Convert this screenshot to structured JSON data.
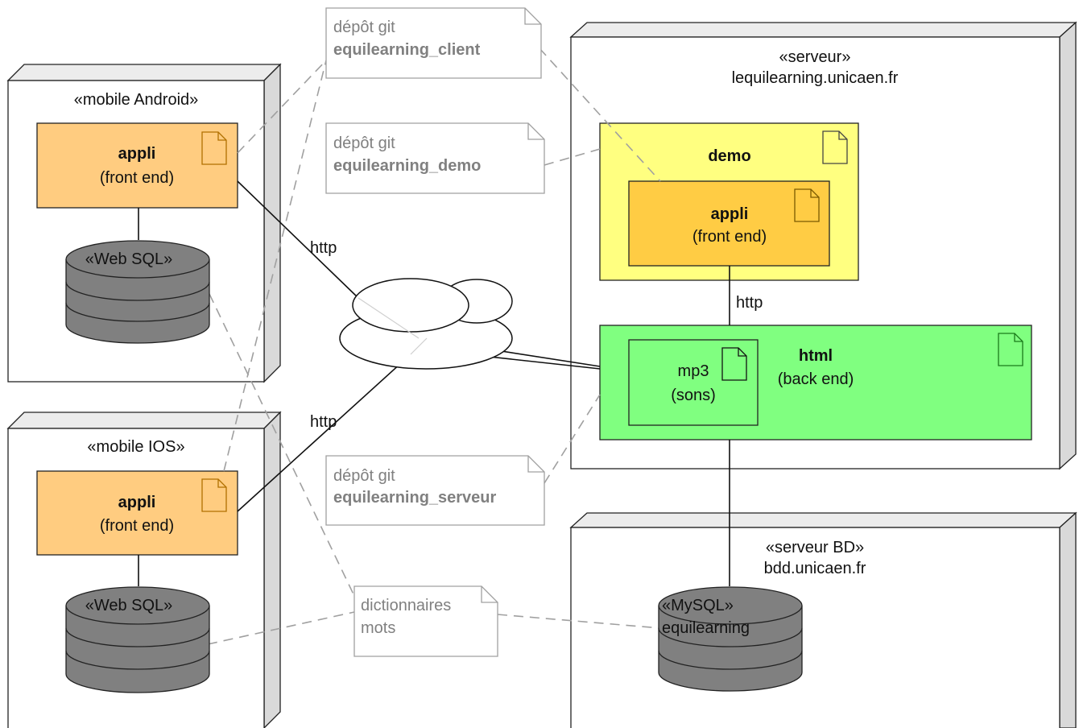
{
  "nodes": {
    "android": {
      "stereotype": "«mobile Android»"
    },
    "ios": {
      "stereotype": "«mobile IOS»"
    },
    "server": {
      "stereotype": "«serveur»",
      "host": "lequilearning.unicaen.fr"
    },
    "db_server": {
      "stereotype": "«serveur BD»",
      "host": "bdd.unicaen.fr"
    }
  },
  "artifacts": {
    "android_app": {
      "name": "appli",
      "sub": "(front end)"
    },
    "ios_app": {
      "name": "appli",
      "sub": "(front end)"
    },
    "demo": {
      "name": "demo"
    },
    "demo_app": {
      "name": "appli",
      "sub": "(front end)"
    },
    "html": {
      "name": "html",
      "sub": "(back end)"
    },
    "mp3": {
      "name": "mp3",
      "sub": "(sons)"
    }
  },
  "databases": {
    "android_db": {
      "stereotype": "«Web SQL»"
    },
    "ios_db": {
      "stereotype": "«Web SQL»"
    },
    "mysql": {
      "stereotype": "«MySQL»",
      "name": "equilearning"
    }
  },
  "notes": {
    "git_client": {
      "line1": "dépôt git",
      "line2": "equilearning_client"
    },
    "git_demo": {
      "line1": "dépôt git",
      "line2": "equilearning_demo"
    },
    "git_serveur": {
      "line1": "dépôt git",
      "line2": "equilearning_serveur"
    },
    "dict": {
      "line1": "dictionnaires",
      "line2": "mots"
    }
  },
  "edges": {
    "android_http": "http",
    "ios_http": "http",
    "demo_html_http": "http"
  },
  "colors": {
    "front_end": "#ffcc80",
    "demo_app": "#ffcc44",
    "demo_container": "#ffff80",
    "back_end": "#80ff80",
    "node_side": "#d9d9d9",
    "database": "#808080",
    "note_border": "#a0a0a0"
  },
  "icons": [
    "document-icon",
    "cloud-icon",
    "database-icon"
  ]
}
